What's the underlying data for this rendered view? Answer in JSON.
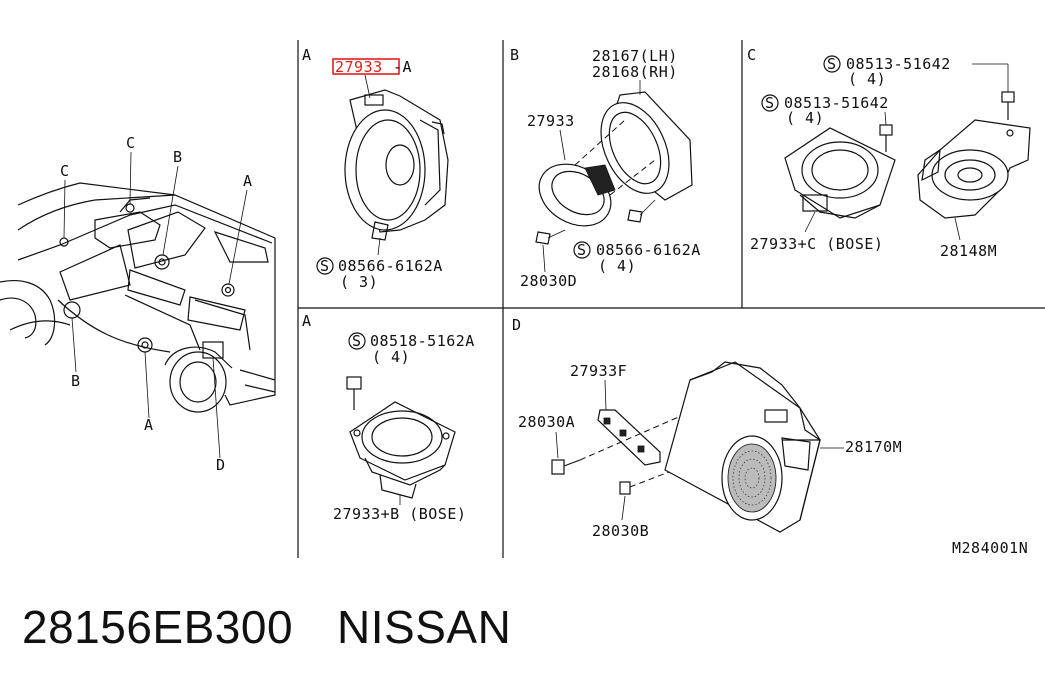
{
  "sections": {
    "a1": {
      "id": "A",
      "highlight_part": "27933",
      "highlight_suffix": "-A",
      "screw_code": "08566-6162A",
      "screw_qty": "( 3)",
      "highlight_color": "#e02020"
    },
    "b": {
      "id": "B",
      "bracket_lh": "28167(LH)",
      "bracket_rh": "28168(RH)",
      "speaker": "27933",
      "screw_code": "08566-6162A",
      "screw_qty": "( 4)",
      "clip": "28030D"
    },
    "c": {
      "id": "C",
      "bolt_code": "08513-51642",
      "bolt_qty": "( 4)",
      "bolt2_code": "08513-51642",
      "bolt2_qty": "( 4)",
      "speaker": "27933+C (BOSE)",
      "tweeter": "28148M"
    },
    "a2": {
      "id": "A",
      "screw_code": "08518-5162A",
      "screw_qty": "( 4)",
      "speaker": "27933+B (BOSE)"
    },
    "d": {
      "id": "D",
      "bracket": "27933F",
      "clip_a": "28030A",
      "clip_b": "28030B",
      "subwoofer": "28170M"
    }
  },
  "vehicle": {
    "callouts": [
      "C",
      "C",
      "B",
      "A",
      "B",
      "A",
      "D"
    ]
  },
  "symbol_s": "S",
  "diagram_ref": "M284001N",
  "caption": {
    "part_number": "28156EB300",
    "brand": "NISSAN"
  }
}
